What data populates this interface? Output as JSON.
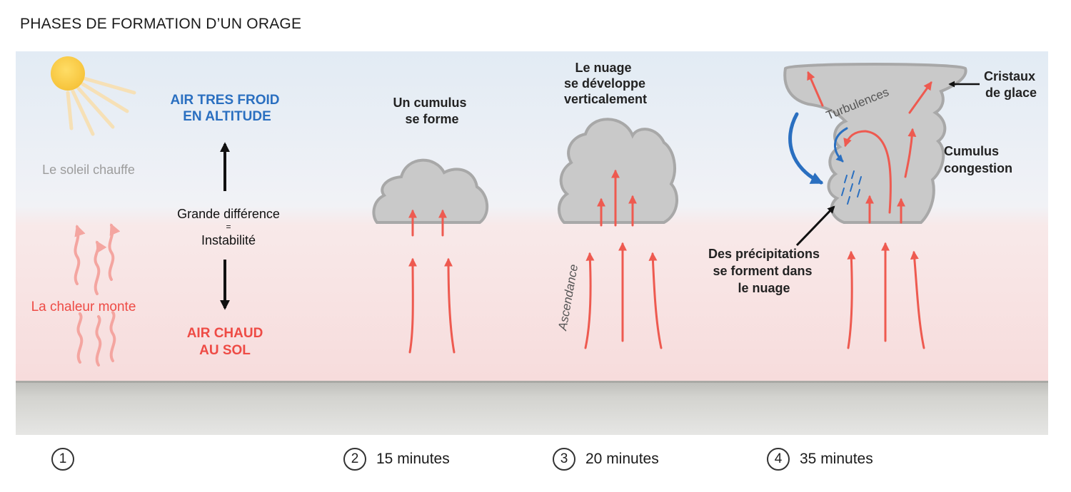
{
  "title": "PHASES DE FORMATION D’UN ORAGE",
  "colors": {
    "cold_text": "#2a6fc0",
    "hot_text": "#ee4b45",
    "arrow_red": "#ee5a50",
    "arrow_blue": "#2a6fc0",
    "cloud_fill": "#c9c9c9",
    "ground": "#d5d5d2"
  },
  "phase1": {
    "sun_label": "Le soleil chauffe",
    "cold_air": [
      "AIR TRES FROID",
      "EN ALTITUDE"
    ],
    "difference": [
      "Grande différence",
      "=",
      "Instabilité"
    ],
    "heat_label": "La chaleur monte",
    "hot_air": [
      "AIR CHAUD",
      "AU SOL"
    ]
  },
  "phase2": {
    "caption": [
      "Un cumulus",
      "se forme"
    ]
  },
  "phase3": {
    "caption": [
      "Le nuage",
      "se développe",
      "verticalement"
    ],
    "updraft_label": "Ascendance"
  },
  "phase4": {
    "turbulence_label": "Turbulences",
    "ice_label": [
      "Cristaux",
      "de glace"
    ],
    "congestus_label": [
      "Cumulus",
      "congestion"
    ],
    "precip_label": [
      "Des précipitations",
      "se forment dans",
      "le nuage"
    ]
  },
  "steps": [
    {
      "number": "1",
      "label": ""
    },
    {
      "number": "2",
      "label": "15 minutes"
    },
    {
      "number": "3",
      "label": "20 minutes"
    },
    {
      "number": "4",
      "label": "35 minutes"
    }
  ]
}
